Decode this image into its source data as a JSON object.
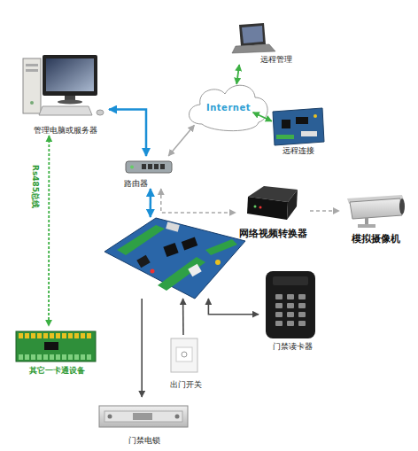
{
  "diagram": {
    "nodes": [
      {
        "text": [
          "管理电脑或服务器"
        ]
      },
      {
        "text": [
          "Internet"
        ]
      },
      {
        "text": [
          "远程管理"
        ]
      },
      {
        "text": [
          "远程连接"
        ]
      },
      {
        "text": [
          "路由器"
        ]
      },
      {
        "text": []
      },
      {
        "text": [
          "网络视频转换器"
        ]
      },
      {
        "text": [
          "模拟摄像机"
        ]
      },
      {
        "text": [
          "门禁读卡器"
        ]
      },
      {
        "text": [
          "出门开关"
        ]
      },
      {
        "text": [
          "门禁电锁"
        ]
      },
      {
        "text": [
          "其它一卡通设备"
        ]
      }
    ],
    "edges": [
      {
        "from": 0,
        "to": 4,
        "arrow": "both"
      },
      {
        "from": 4,
        "to": 1,
        "arrow": "both"
      },
      {
        "from": 1,
        "to": 2,
        "arrow": "both"
      },
      {
        "from": 1,
        "to": 3,
        "arrow": "both"
      },
      {
        "from": 4,
        "to": 5,
        "arrow": "both"
      },
      {
        "from": 4,
        "to": 6,
        "arrow": "both"
      },
      {
        "from": 6,
        "to": 7,
        "arrow": "to"
      },
      {
        "from": 0,
        "to": 11,
        "label": "Rs485总线",
        "arrow": "both"
      },
      {
        "from": 5,
        "to": 10,
        "arrow": "to"
      },
      {
        "from": 9,
        "to": 5,
        "arrow": "to"
      },
      {
        "from": 8,
        "to": 5,
        "arrow": "both"
      }
    ]
  }
}
